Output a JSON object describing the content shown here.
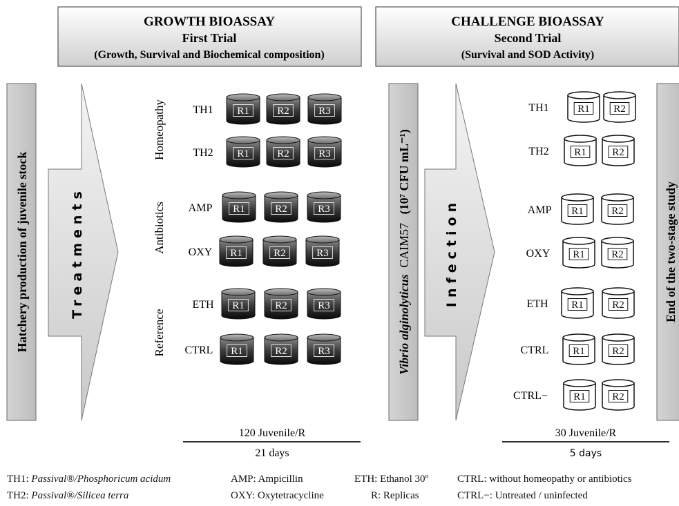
{
  "growth_box": {
    "title": "GROWTH BIOASSAY",
    "subtitle": "First Trial",
    "detail": "(Growth, Survival and Biochemical composition)"
  },
  "challenge_box": {
    "title": "CHALLENGE BIOASSAY",
    "subtitle": "Second Trial",
    "detail": "(Survival and SOD Activity)"
  },
  "left_bar": "Hatchery production of juvenile stock",
  "arrow1_label": "Treatments",
  "middle_bar": {
    "species": "Vibrio alginolyticus",
    "strain": "CAIM57",
    "dose": "(10⁷ CFU mL⁻¹)"
  },
  "arrow2_label": "Infection",
  "right_bar": "End of the two-stage study",
  "groups": {
    "homeopathy": "Homeopathy",
    "antibiotics": "Antibiotics",
    "reference": "Reference"
  },
  "growth_rows": [
    "TH1",
    "TH2",
    "AMP",
    "OXY",
    "ETH",
    "CTRL"
  ],
  "challenge_rows": [
    "TH1",
    "TH2",
    "AMP",
    "OXY",
    "ETH",
    "CTRL",
    "CTRL−"
  ],
  "replicates_growth": [
    "R1",
    "R2",
    "R3"
  ],
  "replicates_challenge": [
    "R1",
    "R2"
  ],
  "growth_footer": {
    "count": "120 Juvenile/R",
    "duration": "21 days"
  },
  "challenge_footer": {
    "count": "30 Juvenile/R",
    "duration": "5 days"
  },
  "legend": {
    "th1_key": "TH1: ",
    "th1_val": "Passival®/Phosphoricum acidum",
    "th2_key": "TH2: ",
    "th2_val": "Passival®/Silicea terra",
    "amp": "AMP: Ampicillin",
    "oxy": "OXY: Oxytetracycline",
    "eth": "ETH: Ethanol 30º",
    "r": "R: Replicas",
    "ctrl": "CTRL: without homeopathy or antibiotics",
    "ctrl_neg": "CTRL−: Untreated / uninfected"
  }
}
